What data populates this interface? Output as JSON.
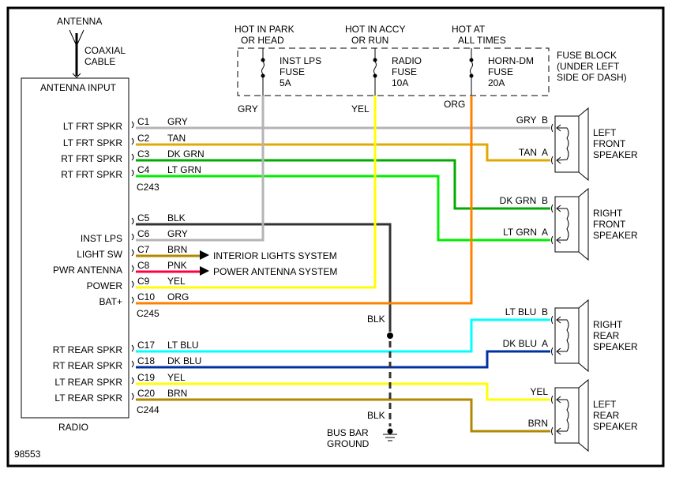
{
  "diagram_id": "98553",
  "antenna": {
    "label": "ANTENNA",
    "cable": [
      "COAXIAL",
      "CABLE"
    ]
  },
  "radio": {
    "title": "RADIO",
    "antenna_input": "ANTENNA INPUT"
  },
  "fuse_block": {
    "label": [
      "FUSE BLOCK",
      "(UNDER LEFT",
      "SIDE OF DASH)"
    ],
    "fuses": [
      {
        "hot": [
          "HOT IN PARK",
          "OR HEAD"
        ],
        "name": [
          "INST LPS",
          "FUSE",
          "5A"
        ],
        "wire": "GRY",
        "color": "#b4b4b4"
      },
      {
        "hot": [
          "HOT IN ACCY",
          "OR RUN"
        ],
        "name": [
          "RADIO",
          "FUSE",
          "10A"
        ],
        "wire": "YEL",
        "color": "#ffff00"
      },
      {
        "hot": [
          "HOT AT",
          "ALL TIMES"
        ],
        "name": [
          "HORN-DM",
          "FUSE",
          "20A"
        ],
        "wire": "ORG",
        "color": "#ff8000"
      }
    ]
  },
  "connectors": {
    "front": "C243",
    "middle": "C245",
    "rear": "C244"
  },
  "pins": [
    {
      "pin": "C1",
      "func": "LT FRT SPKR",
      "wire": "GRY",
      "color": "#b4b4b4"
    },
    {
      "pin": "C2",
      "func": "LT FRT SPKR",
      "wire": "TAN",
      "color": "#e0a800"
    },
    {
      "pin": "C3",
      "func": "RT FRT SPKR",
      "wire": "DK GRN",
      "color": "#00aa00"
    },
    {
      "pin": "C4",
      "func": "RT FRT SPKR",
      "wire": "LT GRN",
      "color": "#00ee00"
    },
    {
      "pin": "C5",
      "func": "",
      "wire": "BLK",
      "color": "#333333"
    },
    {
      "pin": "C6",
      "func": "INST LPS",
      "wire": "GRY",
      "color": "#b4b4b4"
    },
    {
      "pin": "C7",
      "func": "LIGHT SW",
      "wire": "BRN",
      "color": "#b08800"
    },
    {
      "pin": "C8",
      "func": "PWR ANTENNA",
      "wire": "PNK",
      "color": "#ff0040"
    },
    {
      "pin": "C9",
      "func": "POWER",
      "wire": "YEL",
      "color": "#ffff00"
    },
    {
      "pin": "C10",
      "func": "BAT+",
      "wire": "ORG",
      "color": "#ff8000"
    },
    {
      "pin": "C17",
      "func": "RT REAR SPKR",
      "wire": "LT BLU",
      "color": "#00ffff"
    },
    {
      "pin": "C18",
      "func": "RT REAR SPKR",
      "wire": "DK BLU",
      "color": "#0030a0"
    },
    {
      "pin": "C19",
      "func": "LT REAR SPKR",
      "wire": "YEL",
      "color": "#ffff00"
    },
    {
      "pin": "C20",
      "func": "LT REAR SPKR",
      "wire": "BRN",
      "color": "#b08800"
    }
  ],
  "systems": {
    "c7": "INTERIOR LIGHTS SYSTEM",
    "c8": "POWER ANTENNA SYSTEM"
  },
  "ground": {
    "wire": "BLK",
    "label": [
      "BUS BAR",
      "GROUND"
    ]
  },
  "speakers": [
    {
      "name": [
        "LEFT",
        "FRONT",
        "SPEAKER"
      ],
      "b": "GRY  B",
      "a": "TAN  A"
    },
    {
      "name": [
        "RIGHT",
        "FRONT",
        "SPEAKER"
      ],
      "b": "DK GRN  B",
      "a": "LT GRN  A"
    },
    {
      "name": [
        "RIGHT",
        "REAR",
        "SPEAKER"
      ],
      "b": "LT BLU  B",
      "a": "DK BLU  A"
    },
    {
      "name": [
        "LEFT",
        "REAR",
        "SPEAKER"
      ],
      "b": "YEL",
      "a": "BRN"
    }
  ]
}
